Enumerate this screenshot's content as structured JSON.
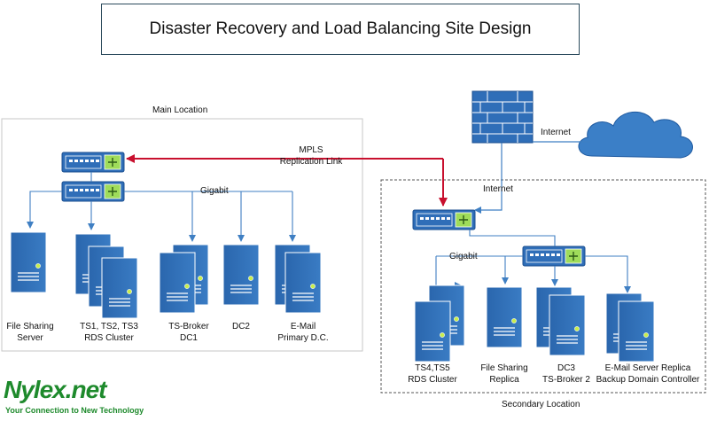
{
  "title": "Disaster Recovery and Load Balancing Site Design",
  "main_location": {
    "label": "Main Location",
    "link_label": "Gigabit",
    "servers": [
      {
        "line1": "File Sharing",
        "line2": "Server"
      },
      {
        "line1": "TS1, TS2, TS3",
        "line2": "RDS Cluster"
      },
      {
        "line1": "TS-Broker",
        "line2": "DC1"
      },
      {
        "line1": "DC2",
        "line2": ""
      },
      {
        "line1": "E-Mail",
        "line2": "Primary D.C."
      }
    ]
  },
  "wan": {
    "mpls_line1": "MPLS",
    "mpls_line2": "Replication Link",
    "internet_top": "Internet",
    "internet_secondary": "Internet",
    "link_color": "#c8102e"
  },
  "secondary_location": {
    "label": "Secondary Location",
    "link_label": "Gigabit",
    "servers": [
      {
        "line1": "TS4,TS5",
        "line2": "RDS Cluster"
      },
      {
        "line1": "File Sharing",
        "line2": "Replica"
      },
      {
        "line1": "DC3",
        "line2": "TS-Broker 2"
      },
      {
        "line1": "E-Mail Server Replica",
        "line2": "Backup Domain Controller"
      }
    ]
  },
  "logo": {
    "name": "Nylex.net",
    "tagline": "Your Connection to New Technology"
  },
  "colors": {
    "device_blue": "#2f6eb8",
    "line_blue": "#3f7fc3",
    "mpls_red": "#c8102e",
    "logo_green": "#1e8a2c"
  }
}
